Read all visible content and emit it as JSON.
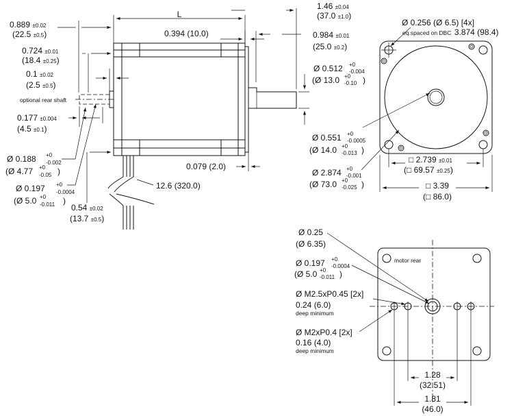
{
  "side_view": {
    "length_label": "L",
    "d_0889": {
      "main": "0.889",
      "tol": "±0.02",
      "metric": "(22.5",
      "metric_tol": "±0.5",
      "close": ")"
    },
    "d_0724": {
      "main": "0.724",
      "tol": "±0.01",
      "metric": "(18.4",
      "metric_tol": "±0.25",
      "close": ")"
    },
    "d_01": {
      "main": "0.1",
      "tol": "±0.02",
      "metric": "(2.5",
      "metric_tol": "±0.5",
      "close": ")"
    },
    "optional_rear_shaft": "optional rear shaft",
    "d_0177": {
      "main": "0.177",
      "tol": "±0.004",
      "metric": "(4.5",
      "metric_tol": "±0.1",
      "close": ")"
    },
    "d_0188": {
      "main": "Ø 0.188",
      "tol_top": "+0",
      "tol_bot": "-0.002",
      "metric": "(Ø 4.77",
      "mtol_top": "+0",
      "mtol_bot": "-0.05",
      "close": ")"
    },
    "d_0197": {
      "main": "Ø 0.197",
      "tol_top": "+0",
      "tol_bot": "-0.0004",
      "metric": "(Ø 5.0",
      "mtol_top": "+0",
      "mtol_bot": "-0.011",
      "close": ")"
    },
    "d_054": {
      "main": "0.54",
      "tol": "±0.02",
      "metric": "(13.7",
      "metric_tol": "±0.5",
      "close": ")"
    },
    "d_0394": "0.394 (10.0)",
    "d_146": {
      "main": "1.46",
      "tol": "±0.04",
      "metric": "(37.0",
      "metric_tol": "±1.0",
      "close": ")"
    },
    "d_0984": {
      "main": "0.984",
      "tol": "±0.01",
      "metric": "(25.0",
      "metric_tol": "±0.2",
      "close": ")"
    },
    "d_0512": {
      "main": "Ø 0.512",
      "tol_top": "+0",
      "tol_bot": "-0.004",
      "metric": "(Ø 13.0",
      "mtol_top": "+0",
      "mtol_bot": "-0.10",
      "close": ")"
    },
    "d_0079": "0.079 (2.0)",
    "d_cable": "12.6 (320.0)"
  },
  "front_view": {
    "d_0256": "Ø 0.256 (Ø 6.5) [4x]",
    "dbc_prefix": "eq.spaced on DBC",
    "dbc_value": "3.874 (98.4)",
    "d_0551": {
      "main": "Ø 0.551",
      "tol_top": "+0",
      "tol_bot": "-0.0005",
      "metric": "(Ø 14.0",
      "mtol_top": "+0",
      "mtol_bot": "-0.013",
      "close": ")"
    },
    "d_2874": {
      "main": "Ø 2.874",
      "tol_top": "+0",
      "tol_bot": "-0.001",
      "metric": "(Ø 73.0",
      "mtol_top": "+0",
      "mtol_bot": "-0.025",
      "close": ")"
    },
    "d_2739": {
      "main": "□ 2.739",
      "tol": "±0.01",
      "metric": "(□ 69.57",
      "metric_tol": "±0.25",
      "close": ")"
    },
    "d_339": {
      "main": "□ 3.39",
      "metric": "(□ 86.0)"
    }
  },
  "rear_view": {
    "motor_rear": "motor rear",
    "d_025": {
      "main": "Ø 0.25",
      "metric": "(Ø 6.35)"
    },
    "d_0197": {
      "main": "Ø 0.197",
      "tol_top": "+0",
      "tol_bot": "-0.0004",
      "metric": "(Ø 5.0",
      "mtol_top": "+0",
      "mtol_bot": "-0.011",
      "close": ")"
    },
    "m25": {
      "main": "Ø M2.5xP0.45 [2x]",
      "depth": "0.24 (6.0)",
      "note": "deep minimum"
    },
    "m2": {
      "main": "Ø M2xP0.4 [2x]",
      "depth": "0.16 (4.0)",
      "note": "deep minimum"
    },
    "d_128": {
      "main": "1.28",
      "metric": "(32.51)"
    },
    "d_181": {
      "main": "1.81",
      "metric": "(46.0)"
    }
  }
}
